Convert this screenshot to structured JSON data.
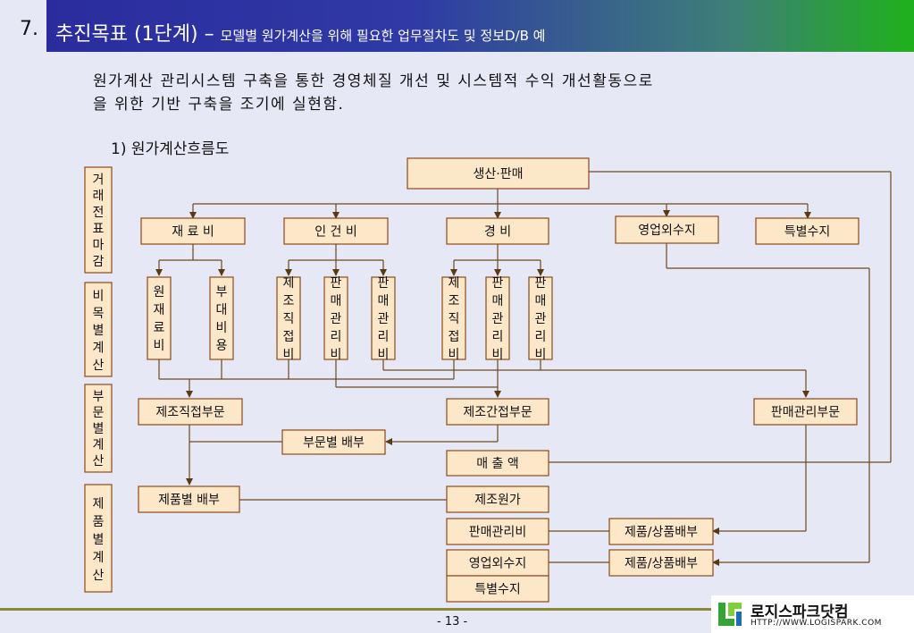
{
  "header": {
    "number": "7.",
    "title": "추진목표 (1단계)",
    "dash": " – ",
    "subtitle": "모델별 원가계산을 위해 필요한 업무절차도 및 정보D/B 예"
  },
  "description": {
    "line1": "원가계산 관리시스템 구축을 통한 경영체질 개선 및 시스템적 수익 개선활동으로",
    "line2": "을 위한 기반 구축을 조기에 실현함."
  },
  "section_title": "1) 원가계산흐름도",
  "side_labels": [
    "거래전표마감",
    "비목별계산",
    "부문별계산",
    "제품별계산"
  ],
  "boxes": {
    "production_sales": "생산·판매",
    "material_cost": "재 료 비",
    "labor_cost": "인 건 비",
    "expense": "경      비",
    "non_operating": "영업외수지",
    "special": "특별수지",
    "raw_material": "원재료비",
    "sub_material": "부대비용",
    "labor_mfg_direct": "제조직접비",
    "labor_sales_mgmt1": "판매관리비",
    "labor_sales_mgmt2": "판매관리비",
    "exp_mfg_direct": "제조직접비",
    "exp_sales_mgmt1": "판매관리비",
    "exp_sales_mgmt2": "판매관리비",
    "dept_mfg_direct": "제조직접부문",
    "dept_mfg_indirect": "제조간접부문",
    "dept_sales_mgmt": "판매관리부문",
    "dept_allocation": "부문별 배부",
    "sales_amount": "매 출 액",
    "product_allocation": "제품별 배부",
    "mfg_cost": "제조원가",
    "sales_mgmt_cost": "판매관리비",
    "product_goods_alloc1": "제품/상품배부",
    "product_goods_alloc2": "제품/상품배부",
    "non_operating_bottom": "영업외수지",
    "special_bottom": "특별수지"
  },
  "page_number": "- 13 -",
  "logo": {
    "name": "로지스파크닷컴",
    "url": "HTTP://WWW.LOGISPARK.COM"
  },
  "colors": {
    "box_fill": "#fde7c9",
    "box_border": "#8b4a18",
    "line": "#6b4a1e",
    "arrow": "#5a3a10"
  }
}
